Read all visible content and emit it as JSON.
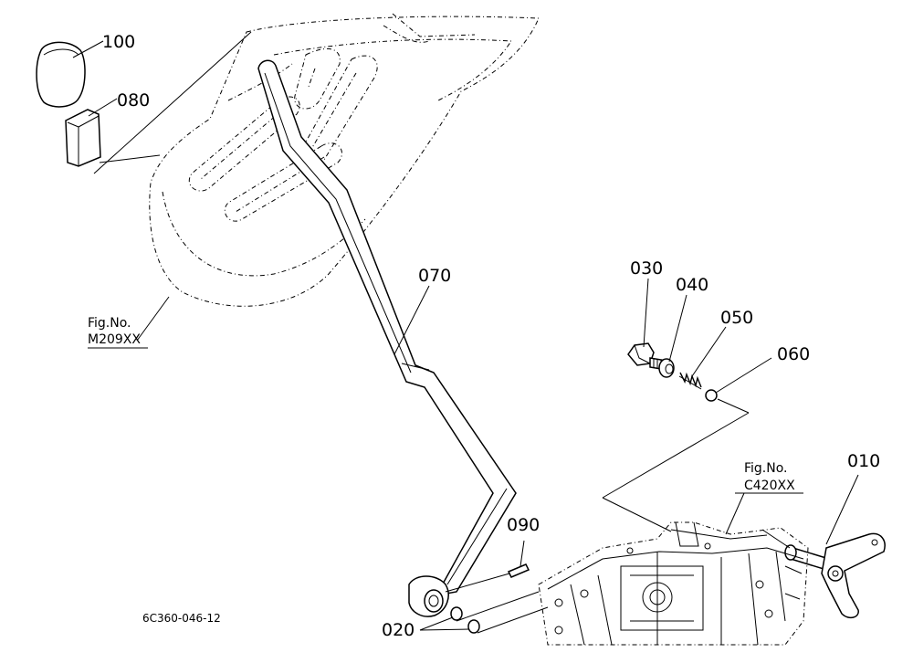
{
  "callouts": [
    "100",
    "080",
    "070",
    "030",
    "040",
    "050",
    "060",
    "010",
    "090",
    "020"
  ],
  "fig_refs": {
    "fender": {
      "line1": "Fig.No.",
      "line2": "M209XX"
    },
    "housing": {
      "line1": "Fig.No.",
      "line2": "C420XX"
    }
  },
  "drawing_code": "6C360-046-12"
}
